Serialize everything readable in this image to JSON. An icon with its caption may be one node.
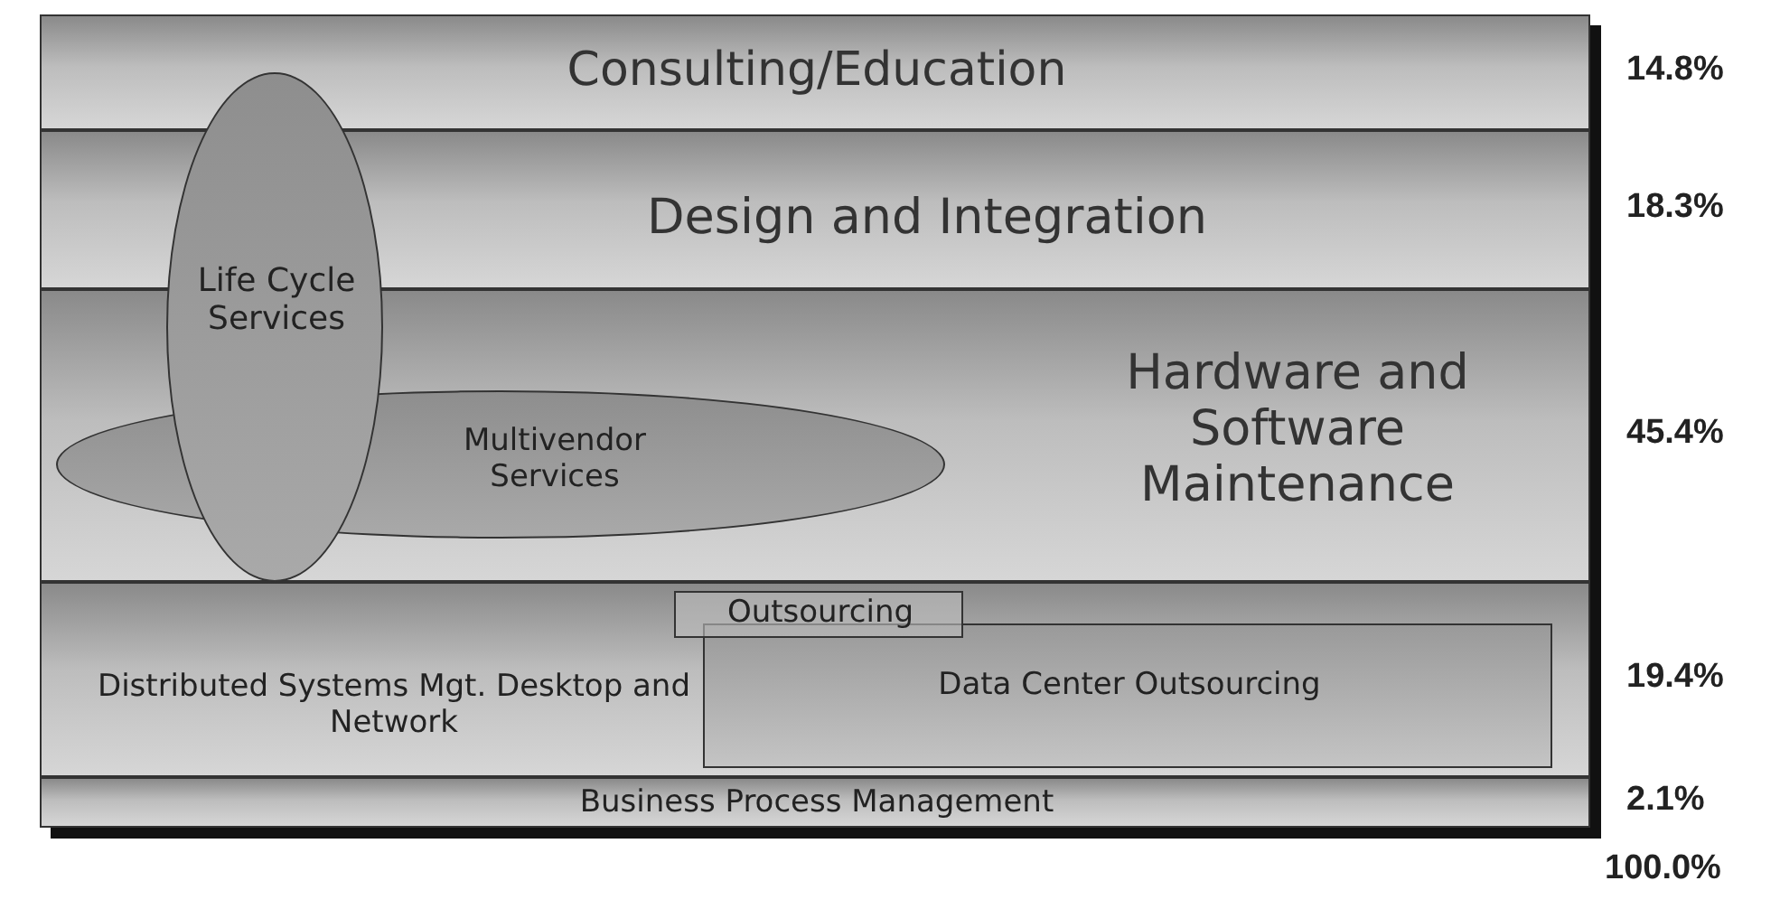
{
  "diagram": {
    "nodes": [
      {
        "text": [
          "Consulting/Education"
        ],
        "beside": [
          "14.8%"
        ]
      },
      {
        "text": [
          "Design and Integration"
        ],
        "beside": [
          "18.3%"
        ]
      },
      {
        "text": [
          "Hardware and Software Maintenance"
        ],
        "beside": [
          "45.4%"
        ]
      },
      {
        "text": [
          "Life Cycle Services"
        ]
      },
      {
        "text": [
          "Multivendor Services"
        ],
        "in": 2
      },
      {
        "text": [
          "Distributed Systems Mgt. Desktop and Network"
        ],
        "beside": [
          "19.4%"
        ]
      },
      {
        "text": [
          "Outsourcing"
        ],
        "in": 5
      },
      {
        "text": [
          "Data Center Outsourcing"
        ],
        "in": 5
      },
      {
        "text": [
          "Business Process Management"
        ],
        "beside": [
          "2.1%"
        ]
      }
    ],
    "labels": [
      "100.0%"
    ]
  }
}
